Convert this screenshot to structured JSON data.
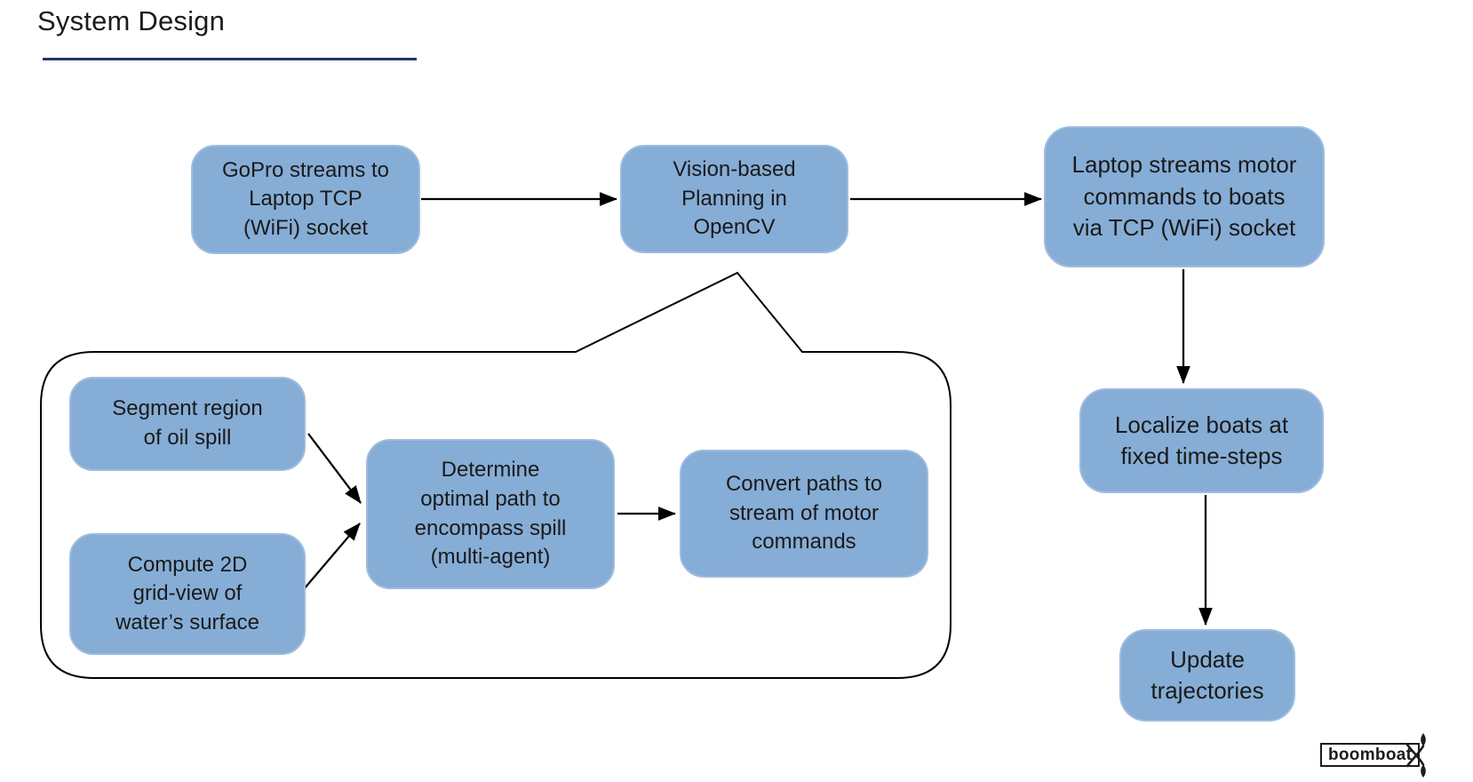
{
  "slide": {
    "title": "System Design"
  },
  "diagram": {
    "nodes": [
      {
        "id": "gopro",
        "label": "GoPro streams to\nLaptop TCP\n(WiFi) socket"
      },
      {
        "id": "vision",
        "label": "Vision-based\nPlanning in\nOpenCV"
      },
      {
        "id": "laptop",
        "label": "Laptop streams motor\ncommands  to boats\nvia TCP (WiFi) socket"
      },
      {
        "id": "segment",
        "label": "Segment region\nof oil spill"
      },
      {
        "id": "compute",
        "label": "Compute 2D\ngrid-view of\nwater’s surface"
      },
      {
        "id": "determine",
        "label": "Determine\noptimal path to\nencompass spill\n(multi-agent)"
      },
      {
        "id": "convert",
        "label": "Convert paths to\nstream of motor\ncommands"
      },
      {
        "id": "localize",
        "label": "Localize boats at\nfixed time-steps"
      },
      {
        "id": "update",
        "label": "Update\ntrajectories"
      }
    ],
    "edges": [
      {
        "from": "gopro",
        "to": "vision"
      },
      {
        "from": "vision",
        "to": "laptop"
      },
      {
        "from": "laptop",
        "to": "localize"
      },
      {
        "from": "localize",
        "to": "update"
      },
      {
        "from": "segment",
        "to": "determine"
      },
      {
        "from": "compute",
        "to": "determine"
      },
      {
        "from": "determine",
        "to": "convert"
      }
    ],
    "callout": {
      "points_to": "vision",
      "contains": [
        "segment",
        "compute",
        "determine",
        "convert"
      ]
    }
  },
  "logo": {
    "wordmark": "boomboat"
  },
  "colors": {
    "node_fill": "#86add6",
    "node_border": "#9dbcde",
    "title_underline": "#1f3864",
    "connector": "#000000",
    "text": "#1a1a1a"
  }
}
